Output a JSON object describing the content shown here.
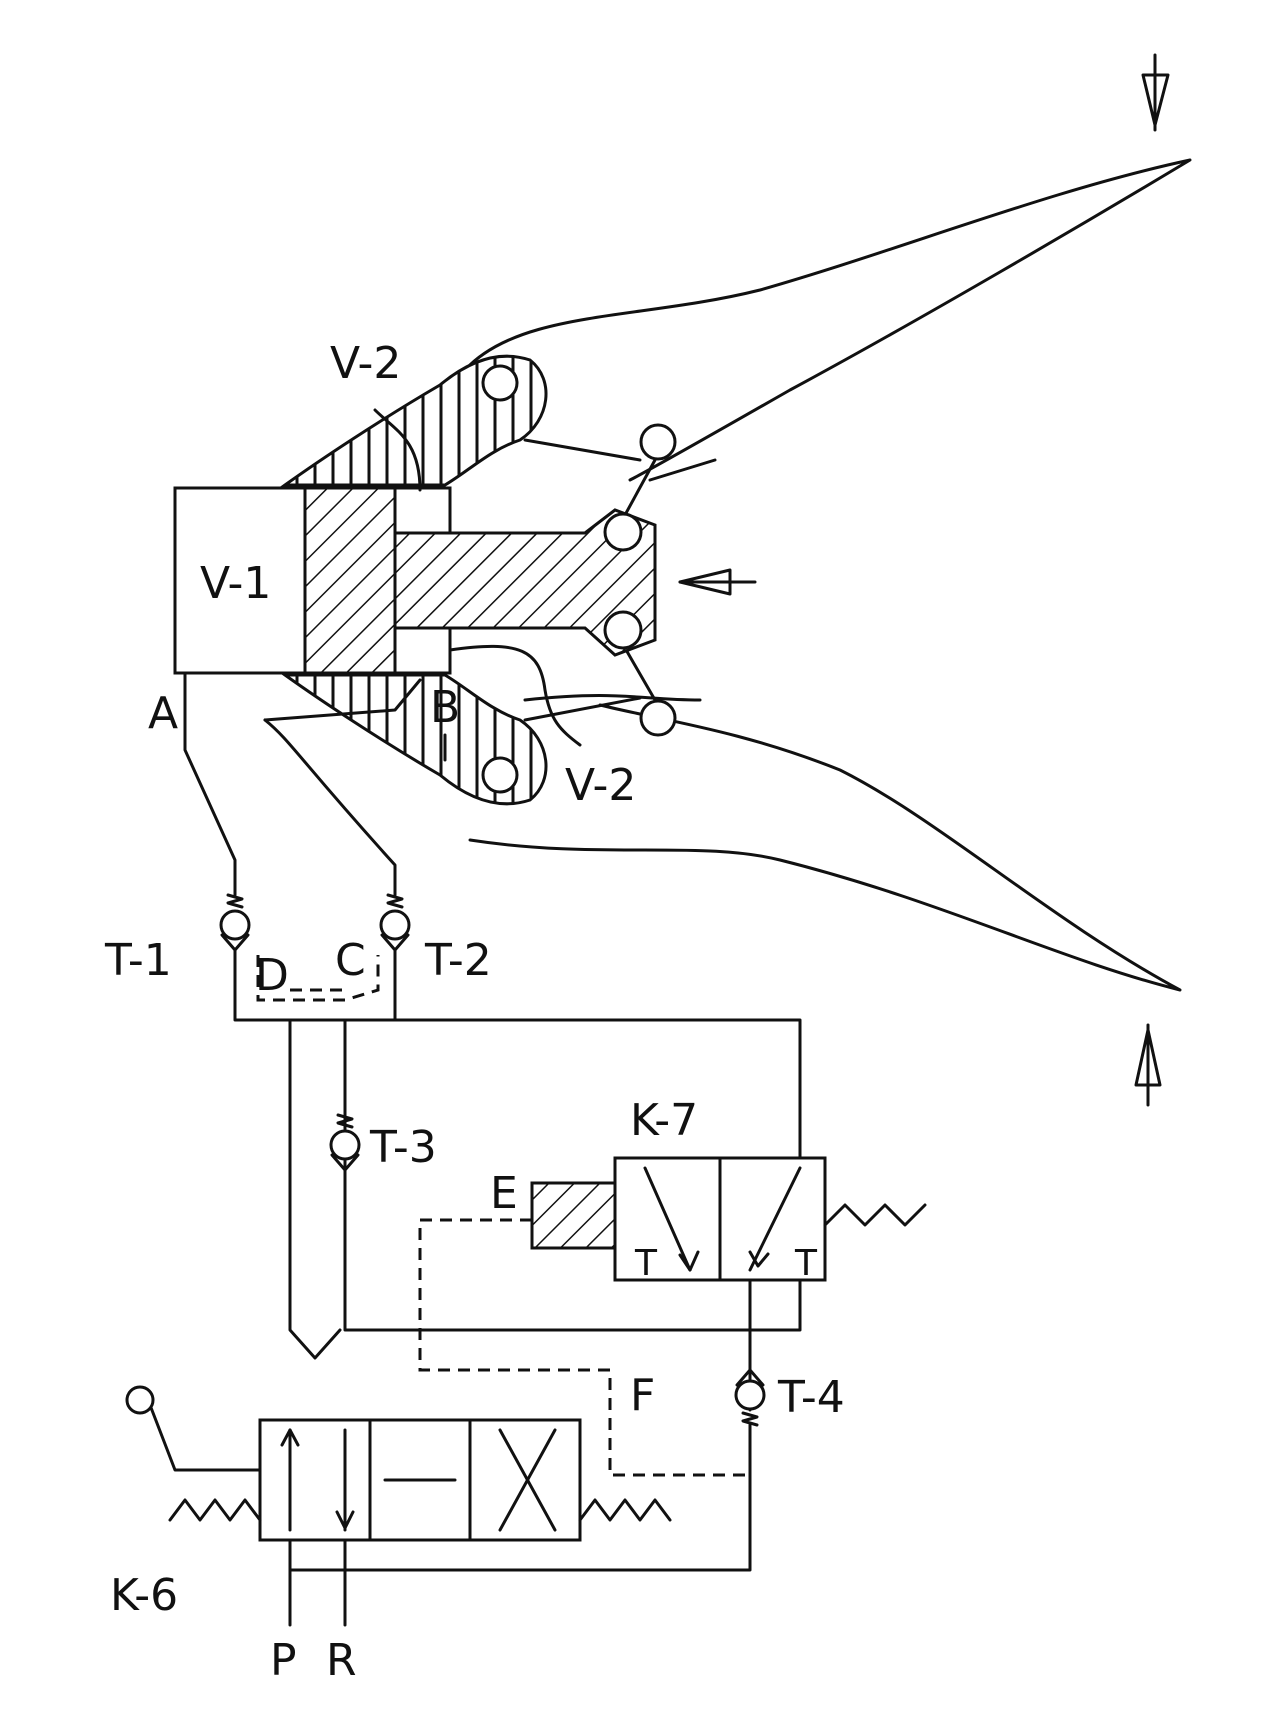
{
  "labels": {
    "v1": "V-1",
    "v2_top": "V-2",
    "v2_bottom": "V-2",
    "a": "A",
    "b": "B",
    "c": "C",
    "d": "D",
    "e": "E",
    "f": "F",
    "t1": "T-1",
    "t2": "T-2",
    "t3": "T-3",
    "t4": "T-4",
    "k6": "K-6",
    "k7": "K-7",
    "p": "P",
    "r": "R",
    "port_t_left": "T",
    "port_t_right": "T"
  }
}
